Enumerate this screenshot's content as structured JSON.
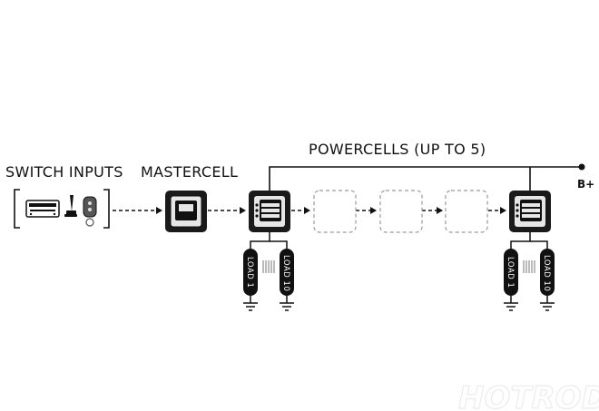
{
  "labels": {
    "switch_inputs": "SWITCH INPUTS",
    "mastercell": "MASTERCELL",
    "powercells": "POWERCELLS (UP TO 5)",
    "b_plus": "B+",
    "load_first": "LOAD 1",
    "load_last": "LOAD 10"
  },
  "watermark": "HOTROD",
  "colors": {
    "ink": "#111111",
    "device_face": "#e6e6e6",
    "ghost_border": "#9a9a9a"
  },
  "powercell_slots": 5,
  "icons": [
    "radio-icon",
    "joystick-icon",
    "key-fob-icon",
    "mastercell-icon",
    "powercell-icon",
    "resistor-icon",
    "ground-icon"
  ]
}
